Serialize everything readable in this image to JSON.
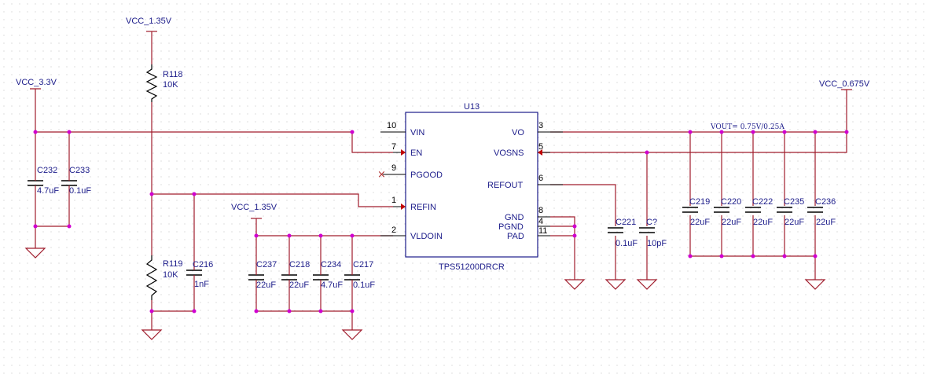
{
  "nets": {
    "vcc_3v3": "VCC_3.3V",
    "vcc_1v35_top": "VCC_1.35V",
    "vcc_1v35_mid": "VCC_1.35V",
    "vcc_0v675": "VCC_0.675V"
  },
  "ic": {
    "ref": "U13",
    "part": "TPS51200DRCR",
    "pins": {
      "vin": {
        "name": "VIN",
        "num": "10"
      },
      "en": {
        "name": "EN",
        "num": "7"
      },
      "pgood": {
        "name": "PGOOD",
        "num": "9"
      },
      "refin": {
        "name": "REFIN",
        "num": "1"
      },
      "vldoin": {
        "name": "VLDOIN",
        "num": "2"
      },
      "vo": {
        "name": "VO",
        "num": "3"
      },
      "vosns": {
        "name": "VOSNS",
        "num": "5"
      },
      "refout": {
        "name": "REFOUT",
        "num": "6"
      },
      "gnd": {
        "name": "GND",
        "num": "8"
      },
      "pgnd": {
        "name": "PGND",
        "num": "4"
      },
      "pad": {
        "name": "PAD",
        "num": "11"
      }
    }
  },
  "resistors": [
    {
      "ref": "R118",
      "value": "10K"
    },
    {
      "ref": "R119",
      "value": "10K"
    }
  ],
  "capacitors": [
    {
      "ref": "C232",
      "value": "4.7uF"
    },
    {
      "ref": "C233",
      "value": "0.1uF"
    },
    {
      "ref": "C216",
      "value": "1nF"
    },
    {
      "ref": "C237",
      "value": "22uF"
    },
    {
      "ref": "C218",
      "value": "22uF"
    },
    {
      "ref": "C234",
      "value": "4.7uF"
    },
    {
      "ref": "C217",
      "value": "0.1uF"
    },
    {
      "ref": "C221",
      "value": "0.1uF"
    },
    {
      "ref": "C?",
      "value": "10pF"
    },
    {
      "ref": "C219",
      "value": "22uF"
    },
    {
      "ref": "C220",
      "value": "22uF"
    },
    {
      "ref": "C222",
      "value": "22uF"
    },
    {
      "ref": "C235",
      "value": "22uF"
    },
    {
      "ref": "C236",
      "value": "22uF"
    }
  ],
  "annotations": {
    "vout_note": "VOUT= 0.75V/0.25A"
  },
  "no_connect_symbol": "×",
  "colors": {
    "wire": "#a01c2c",
    "text": "#1c1c8a",
    "junction": "#d000d0",
    "grid_dot": "#c8c8c8"
  }
}
